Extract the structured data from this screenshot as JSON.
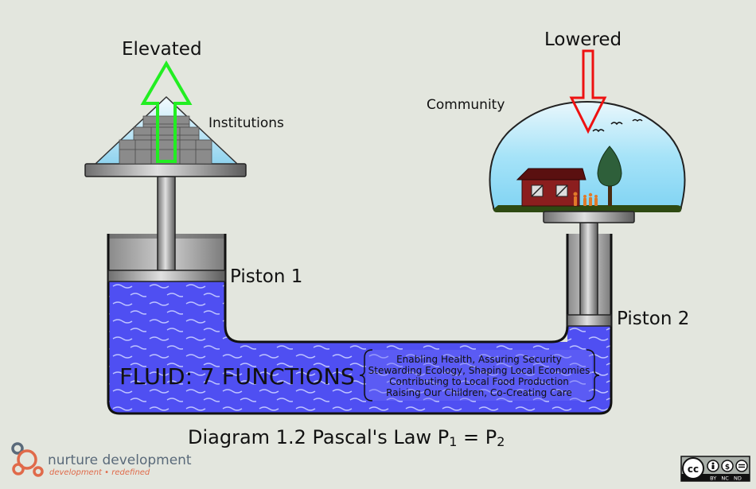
{
  "diagram": {
    "elevated_label": "Elevated",
    "lowered_label": "Lowered",
    "institutions_label": "Institutions",
    "community_label": "Community",
    "piston1_label": "Piston 1",
    "piston2_label": "Piston 2",
    "fluid_label": "FLUID: 7 FUNCTIONS",
    "functions": [
      "Enabling Health, Assuring Security",
      "Stewarding Ecology, Shaping Local Economies",
      "Contributing to Local Food Production",
      "Raising Our Children, Co-Creating Care"
    ],
    "caption": "Diagram 1.2 Pascal's Law P",
    "caption_sub1": "1",
    "caption_eq": " = P",
    "caption_sub2": "2"
  },
  "logo": {
    "name": "nurture development",
    "tagline": "development • redefined"
  },
  "license": {
    "badge_text": "BY   NC   ND"
  },
  "colors": {
    "fluid": "#4f4ff2",
    "elevated_arrow": "#22ee22",
    "lowered_arrow": "#ee1111",
    "sky": "#8fdcf7",
    "metal": "#b8b8b8",
    "brand": "#e06a4a"
  }
}
